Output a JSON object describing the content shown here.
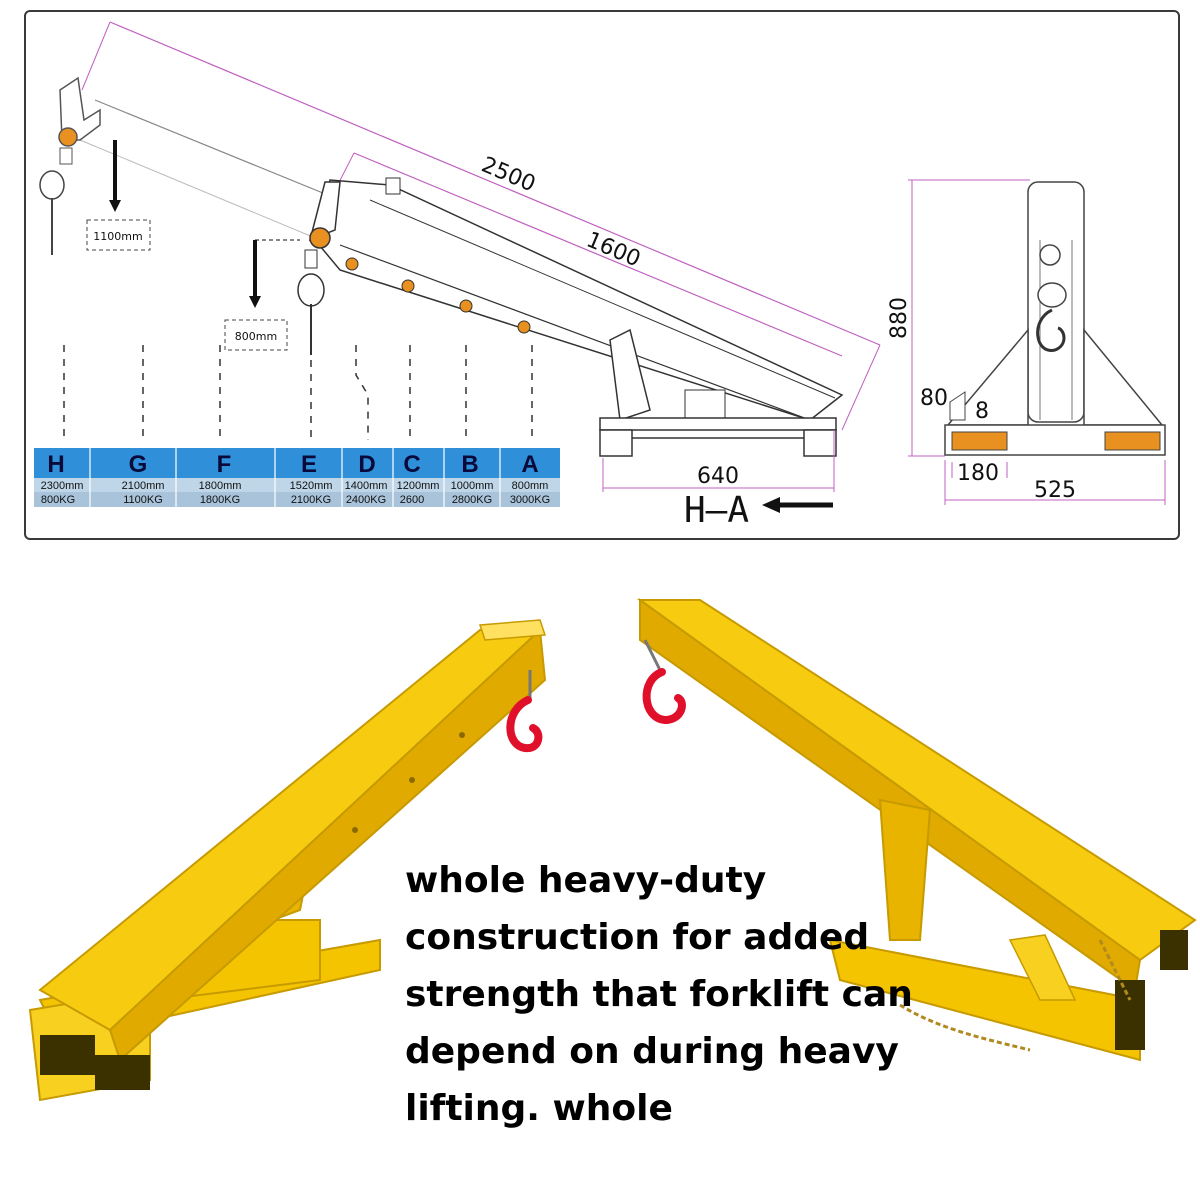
{
  "dimensions": {
    "boom_length": "2500",
    "inner_length": "1600",
    "height": "880",
    "base_depth": "640",
    "side_80": "80",
    "side_8": "8",
    "side_180": "180",
    "side_525": "525",
    "drop_1100": "1100mm",
    "drop_800": "800mm"
  },
  "view_label": "H–A",
  "load_table": {
    "columns": [
      {
        "pos": "H",
        "reach": "2300mm",
        "load": "800KG"
      },
      {
        "pos": "G",
        "reach": "2100mm",
        "load": "1100KG"
      },
      {
        "pos": "F",
        "reach": "1800mm",
        "load": "1800KG"
      },
      {
        "pos": "E",
        "reach": "1520mm",
        "load": "2100KG"
      },
      {
        "pos": "D",
        "reach": "1400mm",
        "load": "2400KG"
      },
      {
        "pos": "C",
        "reach": "1200mm",
        "load": "2600"
      },
      {
        "pos": "B",
        "reach": "1000mm",
        "load": "2800KG"
      },
      {
        "pos": "A",
        "reach": "800mm",
        "load": "3000KG"
      }
    ]
  },
  "caption": "whole heavy-duty construction for added strength that forklift can depend on during heavy lifting. whole",
  "colors": {
    "boom_yellow": "#F5C400",
    "hook_red": "#E0102A",
    "table_blue": "#2F8FD8",
    "dim_line": "#C060C0",
    "hole_orange": "#E89020"
  }
}
